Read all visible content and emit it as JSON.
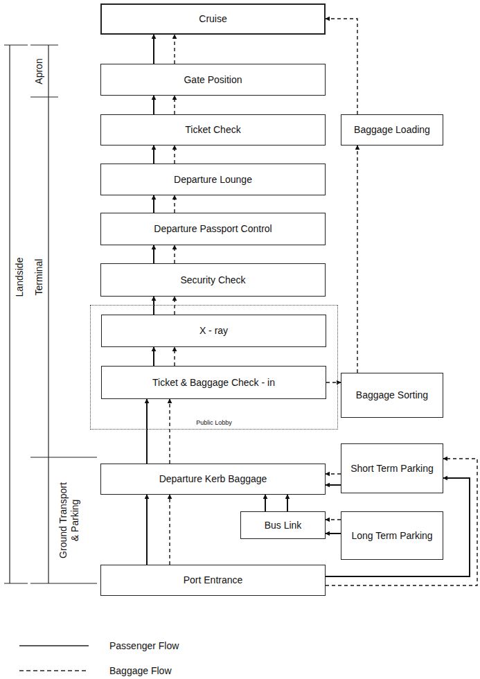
{
  "diagram": {
    "nodes": [
      {
        "text": [
          "Cruise"
        ]
      },
      {
        "text": [
          "Gate Position"
        ]
      },
      {
        "text": [
          "Ticket Check"
        ]
      },
      {
        "text": [
          "Baggage Loading"
        ]
      },
      {
        "text": [
          "Departure Lounge"
        ]
      },
      {
        "text": [
          "Departure Passport Control"
        ]
      },
      {
        "text": [
          "Security Check"
        ]
      },
      {
        "text": [
          "Public Lobby"
        ]
      },
      {
        "text": [
          "X - ray"
        ],
        "in": 7
      },
      {
        "text": [
          "Ticket & Baggage Check - in"
        ],
        "in": 7
      },
      {
        "text": [
          "Baggage Sorting"
        ]
      },
      {
        "text": [
          "Departure Kerb Baggage"
        ]
      },
      {
        "text": [
          "Short Term Parking"
        ]
      },
      {
        "text": [
          "Bus Link"
        ]
      },
      {
        "text": [
          "Long Term Parking"
        ]
      },
      {
        "text": [
          "Port Entrance"
        ]
      }
    ],
    "edges": [
      {
        "from": 1,
        "to": 0,
        "arrow": "to"
      },
      {
        "from": 1,
        "to": 0,
        "arrow": "to"
      },
      {
        "from": 2,
        "to": 1,
        "arrow": "to"
      },
      {
        "from": 2,
        "to": 1,
        "arrow": "to"
      },
      {
        "from": 4,
        "to": 2,
        "arrow": "to"
      },
      {
        "from": 4,
        "to": 2,
        "arrow": "to"
      },
      {
        "from": 5,
        "to": 4,
        "arrow": "to"
      },
      {
        "from": 5,
        "to": 4,
        "arrow": "to"
      },
      {
        "from": 6,
        "to": 5,
        "arrow": "to"
      },
      {
        "from": 6,
        "to": 5,
        "arrow": "to"
      },
      {
        "from": 8,
        "to": 6,
        "arrow": "to"
      },
      {
        "from": 8,
        "to": 6,
        "arrow": "to"
      },
      {
        "from": 9,
        "to": 8,
        "arrow": "to"
      },
      {
        "from": 9,
        "to": 8,
        "arrow": "to"
      },
      {
        "from": 11,
        "to": 9,
        "arrow": "to"
      },
      {
        "from": 11,
        "to": 9,
        "arrow": "to"
      },
      {
        "from": 15,
        "to": 11,
        "arrow": "to"
      },
      {
        "from": 15,
        "to": 11,
        "arrow": "to"
      },
      {
        "from": 9,
        "to": 10,
        "arrow": "to"
      },
      {
        "from": 10,
        "to": 3,
        "arrow": "to"
      },
      {
        "from": 3,
        "to": 0,
        "arrow": "to"
      },
      {
        "from": 12,
        "to": 11,
        "arrow": "to"
      },
      {
        "from": 12,
        "to": 11,
        "arrow": "to"
      },
      {
        "from": 14,
        "to": 13,
        "arrow": "to"
      },
      {
        "from": 14,
        "to": 13,
        "arrow": "to"
      },
      {
        "from": 13,
        "to": 11,
        "arrow": "to"
      },
      {
        "from": 13,
        "to": 11,
        "arrow": "to"
      },
      {
        "from": 15,
        "to": 12,
        "arrow": "to"
      },
      {
        "from": 15,
        "to": 12,
        "arrow": "to"
      }
    ],
    "labels": [
      "Landside",
      "Apron",
      "Terminal",
      "Ground Transport & Parking"
    ],
    "legend": [
      {
        "text": "Passenger Flow"
      },
      {
        "text": "Baggage Flow"
      }
    ]
  }
}
